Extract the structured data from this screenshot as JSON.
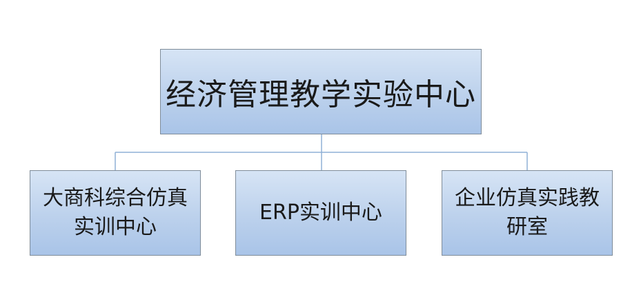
{
  "diagram": {
    "root": {
      "label": "经济管理教学实验中心"
    },
    "children": [
      {
        "label": "大商科综合仿真\n实训中心"
      },
      {
        "label": "ERP实训中心"
      },
      {
        "label": "企业仿真实践教\n研室"
      }
    ]
  },
  "colors": {
    "box_fill_top": "#d6e4f5",
    "box_fill_bottom": "#a9c4e8",
    "box_border": "#7f8c99",
    "connector": "#8fb0d6",
    "text": "#1a1a1a"
  }
}
